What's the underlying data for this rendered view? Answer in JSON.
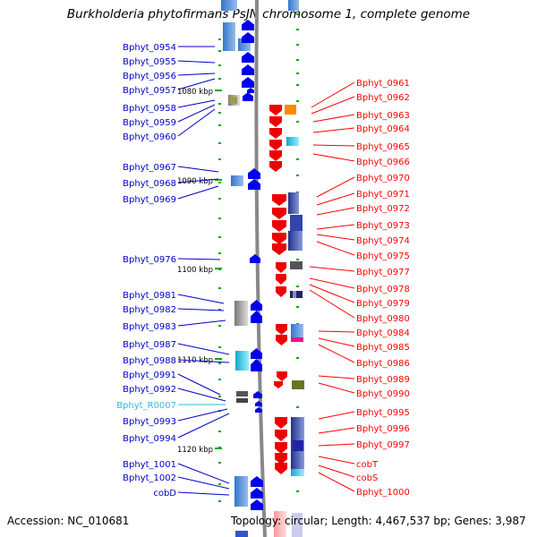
{
  "title": "Burkholderia phytofirmans PsJN chromosome 1, complete genome",
  "accession": "Accession: NC_010681",
  "summary": "Topology: circular; Length: 4,467,537 bp; Genes: 3,987",
  "colors": {
    "left_label": "#0000c8",
    "right_label": "#ff0000",
    "rna_label": "#33bbdd",
    "backbone": "#888888",
    "tick": "#00aa00"
  },
  "scale_labels": [
    "1080 kbp",
    "1090 kbp",
    "1100 kbp",
    "1110 kbp",
    "1120 kbp"
  ],
  "left_genes": [
    "Bphyt_0954",
    "Bphyt_0955",
    "Bphyt_0956",
    "Bphyt_0957",
    "Bphyt_0958",
    "Bphyt_0959",
    "Bphyt_0960",
    "Bphyt_0967",
    "Bphyt_0968",
    "Bphyt_0969",
    "Bphyt_0976",
    "Bphyt_0981",
    "Bphyt_0982",
    "Bphyt_0983",
    "Bphyt_0987",
    "Bphyt_0988",
    "Bphyt_0991",
    "Bphyt_0992",
    "Bphyt_R0007",
    "Bphyt_0993",
    "Bphyt_0994",
    "Bphyt_1001",
    "Bphyt_1002",
    "cobD"
  ],
  "right_genes": [
    "Bphyt_0961",
    "Bphyt_0962",
    "Bphyt_0963",
    "Bphyt_0964",
    "Bphyt_0965",
    "Bphyt_0966",
    "Bphyt_0970",
    "Bphyt_0971",
    "Bphyt_0972",
    "Bphyt_0973",
    "Bphyt_0974",
    "Bphyt_0975",
    "Bphyt_0977",
    "Bphyt_0978",
    "Bphyt_0979",
    "Bphyt_0980",
    "Bphyt_0984",
    "Bphyt_0985",
    "Bphyt_0986",
    "Bphyt_0989",
    "Bphyt_0990",
    "Bphyt_0995",
    "Bphyt_0996",
    "Bphyt_0997",
    "cobT",
    "cobS",
    "Bphyt_1000"
  ]
}
